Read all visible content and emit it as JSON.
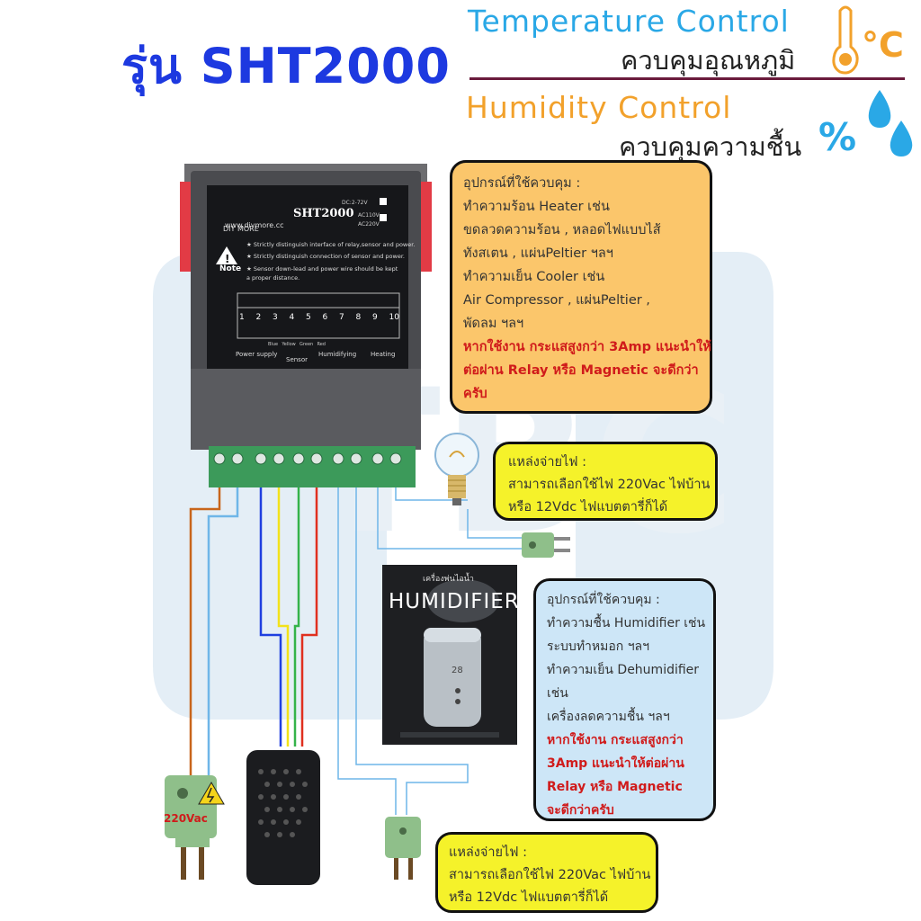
{
  "title": "รุ่น SHT2000",
  "temperature": {
    "en": "Temperature Control",
    "th": "ควบคุมอุณหภูมิ",
    "unit": "°C",
    "icon": "thermometer-icon"
  },
  "humidity": {
    "en": "Humidity Control",
    "th": "ควบคุมความชื้น",
    "unit": "%",
    "icon": "water-drops-icon"
  },
  "device": {
    "model": "SHT2000",
    "brand": "DIY MORE",
    "website": "www.diymore.cc",
    "voltage_options": [
      "DC:2-72V",
      "AC110V",
      "AC220V"
    ],
    "notes": [
      "★ Strictly distinguish interface of relay,sensor and power.",
      "★ Strictly distinguish connection of sensor and power.",
      "★ Sensor down-lead and power wire should be kept a proper distance."
    ],
    "note_label": "Note",
    "terminals": [
      "1",
      "2",
      "3",
      "4",
      "5",
      "6",
      "7",
      "8",
      "9",
      "10"
    ],
    "terminal_groups": [
      "Power supply",
      "Sensor",
      "Humidifying",
      "Heating"
    ],
    "sensor_wires": [
      "Blue",
      "Yellow",
      "Green",
      "Red"
    ]
  },
  "box_control_heat": {
    "lines": [
      "อุปกรณ์ที่ใช้ควบคุม :",
      "ทำความร้อน Heater เช่น",
      "ขดลวดความร้อน , หลอดไฟแบบไส้",
      "ทังสเตน , แผ่นPeltier ฯลฯ",
      "ทำความเย็น Cooler เช่น",
      "Air Compressor , แผ่นPeltier ,",
      "พัดลม ฯลฯ"
    ],
    "warning": [
      "หากใช้งาน กระแสสูงกว่า 3Amp แนะนำให้",
      "ต่อผ่าน Relay หรือ Magnetic จะดีกว่า",
      "ครับ"
    ]
  },
  "box_power_top": {
    "lines": [
      "แหล่งจ่ายไฟ :",
      "สามารถเลือกใช้ไฟ 220Vac ไฟบ้าน",
      "หรือ 12Vdc ไฟแบตตารี่ก็ได้"
    ]
  },
  "box_control_humid": {
    "lines": [
      "อุปกรณ์ที่ใช้ควบคุม :",
      "ทำความชื้น Humidifier เช่น",
      "ระบบทำหมอก ฯลฯ",
      "ทำความเย็น Dehumidifier",
      "เช่น",
      "เครื่องลดความชื้น ฯลฯ"
    ],
    "warning": [
      "หากใช้งาน กระแสสูงกว่า",
      "3Amp แนะนำให้ต่อผ่าน",
      "Relay หรือ Magnetic",
      "จะดีกว่าครับ"
    ]
  },
  "box_power_bottom": {
    "lines": [
      "แหล่งจ่ายไฟ :",
      "สามารถเลือกใช้ไฟ 220Vac ไฟบ้าน",
      "หรือ 12Vdc ไฟแบตตารี่ก็ได้"
    ]
  },
  "humidifier": {
    "title": "HUMIDIFIER",
    "subtitle": "เครื่องพ่นไอน้ำ",
    "display": "28"
  },
  "main_plug": {
    "label": "220Vac"
  },
  "colors": {
    "wire_power_1": "#c8651b",
    "wire_power_2": "#6fb6e8",
    "wire_blue": "#1f3fe0",
    "wire_yellow": "#f2e21a",
    "wire_green": "#35b34a",
    "wire_red": "#e0301f",
    "plug": "#8fbf8a",
    "terminal": "#3c9a5a"
  }
}
